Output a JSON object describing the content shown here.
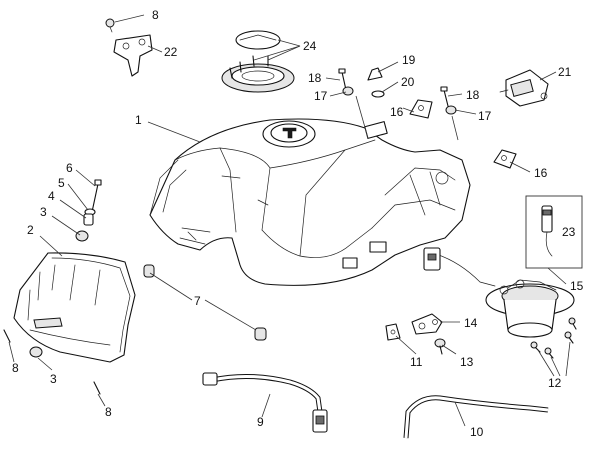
{
  "diagram": {
    "callouts": [
      {
        "id": "c1",
        "label": "1"
      },
      {
        "id": "c2",
        "label": "2"
      },
      {
        "id": "c3a",
        "label": "3"
      },
      {
        "id": "c3b",
        "label": "3"
      },
      {
        "id": "c4",
        "label": "4"
      },
      {
        "id": "c5",
        "label": "5"
      },
      {
        "id": "c6",
        "label": "6"
      },
      {
        "id": "c7",
        "label": "7"
      },
      {
        "id": "c8a",
        "label": "8"
      },
      {
        "id": "c8b",
        "label": "8"
      },
      {
        "id": "c8c",
        "label": "8"
      },
      {
        "id": "c9",
        "label": "9"
      },
      {
        "id": "c10",
        "label": "10"
      },
      {
        "id": "c11",
        "label": "11"
      },
      {
        "id": "c12",
        "label": "12"
      },
      {
        "id": "c13",
        "label": "13"
      },
      {
        "id": "c14",
        "label": "14"
      },
      {
        "id": "c15",
        "label": "15"
      },
      {
        "id": "c16a",
        "label": "16"
      },
      {
        "id": "c16b",
        "label": "16"
      },
      {
        "id": "c17a",
        "label": "17"
      },
      {
        "id": "c17b",
        "label": "17"
      },
      {
        "id": "c18a",
        "label": "18"
      },
      {
        "id": "c18b",
        "label": "18"
      },
      {
        "id": "c19",
        "label": "19"
      },
      {
        "id": "c20",
        "label": "20"
      },
      {
        "id": "c21",
        "label": "21"
      },
      {
        "id": "c22",
        "label": "22"
      },
      {
        "id": "c23",
        "label": "23"
      },
      {
        "id": "c24",
        "label": "24"
      }
    ]
  }
}
